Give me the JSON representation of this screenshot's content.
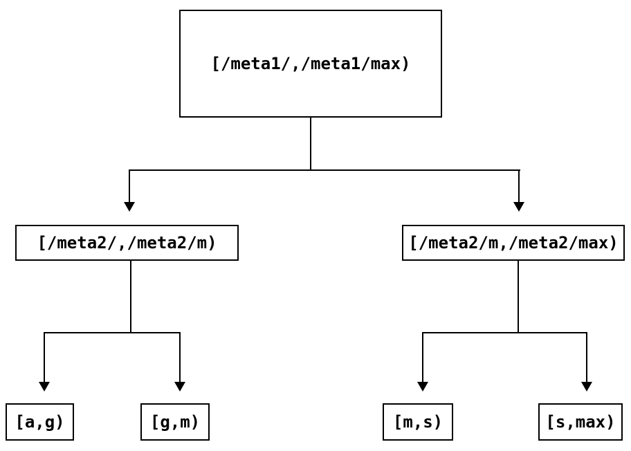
{
  "diagram": {
    "type": "tree",
    "description": "Two-level interval partition tree diagram",
    "colors": {
      "background": "#ffffff",
      "line": "#000000",
      "box_border": "#000000",
      "text": "#000000"
    },
    "nodes": {
      "root": {
        "label": "[/meta1/,/meta1/max)"
      },
      "left_child": {
        "label": "[/meta2/,/meta2/m)"
      },
      "right_child": {
        "label": "[/meta2/m,/meta2/max)"
      },
      "leaf_ag": {
        "label": "[a,g)"
      },
      "leaf_gm": {
        "label": "[g,m)"
      },
      "leaf_ms": {
        "label": "[m,s)"
      },
      "leaf_smax": {
        "label": "[s,max)"
      }
    },
    "edges": [
      {
        "from": "root",
        "to": "left_child"
      },
      {
        "from": "root",
        "to": "right_child"
      },
      {
        "from": "left_child",
        "to": "leaf_ag"
      },
      {
        "from": "left_child",
        "to": "leaf_gm"
      },
      {
        "from": "right_child",
        "to": "leaf_ms"
      },
      {
        "from": "right_child",
        "to": "leaf_smax"
      }
    ]
  }
}
